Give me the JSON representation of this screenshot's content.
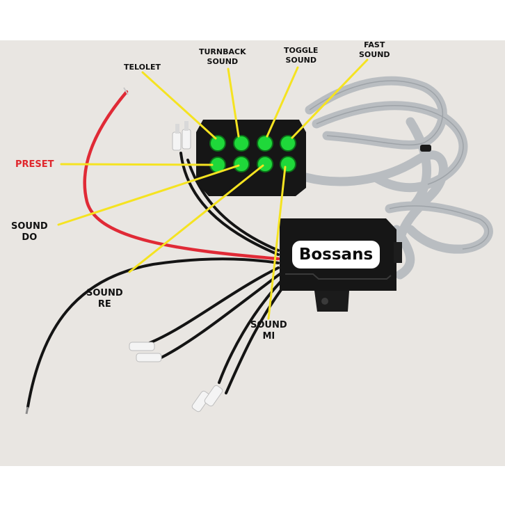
{
  "labels": {
    "telolet": "TELOLET",
    "turnback_1": "TURNBACK",
    "turnback_2": "SOUND",
    "toggle_1": "TOGGLE",
    "toggle_2": "SOUND",
    "fast_1": "FAST",
    "fast_2": "SOUND",
    "preset": "PRESET",
    "sound_do_1": "SOUND",
    "sound_do_2": "DO",
    "sound_re_1": "SOUND",
    "sound_re_2": "RE",
    "sound_mi_1": "SOUND",
    "sound_mi_2": "MI"
  },
  "brand": "Bossans",
  "colors": {
    "background": "#e9e6e2",
    "pointer_line": "#f5e321",
    "preset_text": "#e0262c",
    "button_green": "#1fd83a",
    "controller_body": "#161616",
    "ribbon_cable": "#b9bdc1",
    "red_wire": "#e02a36",
    "black_wire": "#141414"
  }
}
